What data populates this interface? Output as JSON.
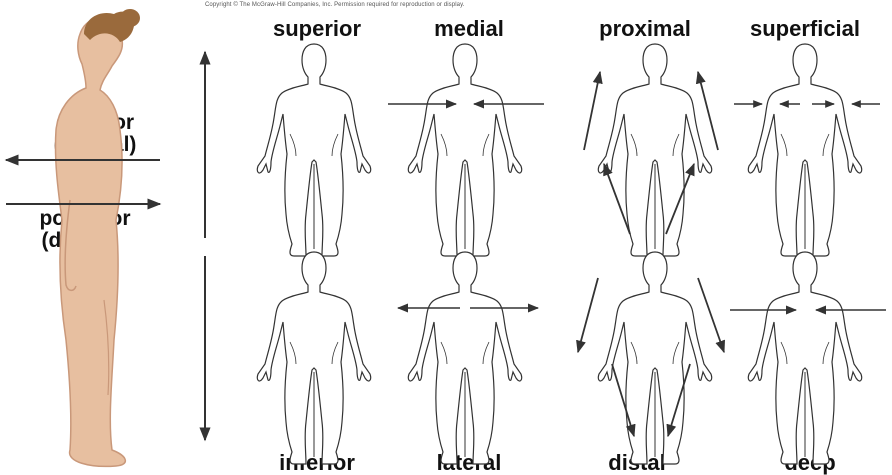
{
  "copyright": "Copyright © The McGraw-Hill Companies, Inc. Permission required for reproduction or display.",
  "side_labels": {
    "anterior": "anterior",
    "ventral": "(ventral)",
    "posterior": "posterior",
    "dorsal": "(dorsal)"
  },
  "top_terms": [
    "superior",
    "medial",
    "proximal",
    "superficial"
  ],
  "bottom_terms": [
    "inferior",
    "lateral",
    "distal",
    "deep"
  ],
  "colors": {
    "skin": "#e7bfa0",
    "skin_shade": "#c9987a",
    "hair": "#9a6a3c",
    "outline": "#333333",
    "arrow": "#333333"
  }
}
